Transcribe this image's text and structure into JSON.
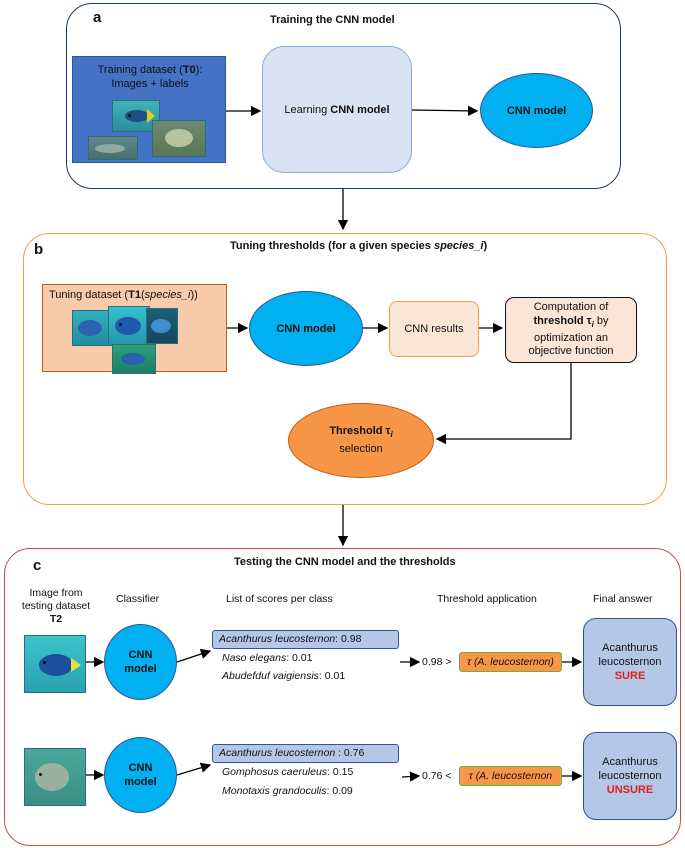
{
  "panel_a": {
    "letter": "a",
    "title": "Training the CNN model",
    "dataset_line1_pre": "Training dataset (",
    "dataset_line1_bold": "T0",
    "dataset_line1_post": "):",
    "dataset_line2": "Images + labels",
    "learning_pre": "Learning ",
    "learning_bold": "CNN model",
    "model": "CNN model"
  },
  "panel_b": {
    "letter": "b",
    "title_pre": "Tuning thresholds (for a given species ",
    "title_it": "species_i",
    "title_post": ")",
    "dataset_pre": "Tuning dataset (",
    "dataset_bold": "T1",
    "dataset_open": "(",
    "dataset_it": "species_i",
    "dataset_close": "))",
    "model": "CNN model",
    "results": "CNN results",
    "computation_l1": "Computation of",
    "computation_l2_bold": "threshold τ",
    "computation_l2_sub": "i",
    "computation_l2_post": " by",
    "computation_l3": "optimization an",
    "computation_l4": "objective function",
    "threshold_bold": "Threshold τ",
    "threshold_sub": "i",
    "threshold_l2": "selection"
  },
  "panel_c": {
    "letter": "c",
    "title": "Testing the CNN model and the thresholds",
    "col_image_l1": "Image from",
    "col_image_l2": "testing dataset",
    "col_image_l3": "T2",
    "col_classifier": "Classifier",
    "col_scores": "List of scores per class",
    "col_threshold": "Threshold application",
    "col_answer": "Final answer",
    "rows": [
      {
        "model_l1": "CNN",
        "model_l2": "model",
        "top_species": "Acanthurus leucosternon",
        "top_score": ": 0.98",
        "s2_species": "Naso elegans",
        "s2_score": ": 0.01",
        "s3_species": "Abudefduf vaigiensis",
        "s3_score": ": 0.01",
        "compare": "0.98 >",
        "tau_label": "τ (A. leucosternon)",
        "answer_l1": "Acanthurus",
        "answer_l2": "leucosternon",
        "verdict": "SURE"
      },
      {
        "model_l1": "CNN",
        "model_l2": "model",
        "top_species": "Acanthurus leucosternon ",
        "top_score": ": 0.76",
        "s2_species": "Gomphosus caeruleus",
        "s2_score": ": 0.15",
        "s3_species": "Monotaxis grandoculis",
        "s3_score": ": 0.09",
        "compare": "0.76 <",
        "tau_label": "τ (A. leucosternon",
        "answer_l1": "Acanthurus",
        "answer_l2": "leucosternon",
        "verdict": "UNSURE"
      }
    ]
  },
  "colors": {
    "panel_a_border": "#1f3864",
    "panel_b_border": "#f4a040",
    "panel_c_border": "#c0504d",
    "dataset_blue": "#4472c4",
    "learning_fill": "#dae3f3",
    "cnn_ellipse": "#00b0f0",
    "tuning_fill": "#f8cbad",
    "tuning_border": "#c55a11",
    "results_fill": "#fbe5d6",
    "threshold_orange": "#f79646",
    "score_fill": "#b4c7e7",
    "answer_fill": "#b4c7e7",
    "tau_green": "#70ad47",
    "verdict_red": "#e02020"
  }
}
